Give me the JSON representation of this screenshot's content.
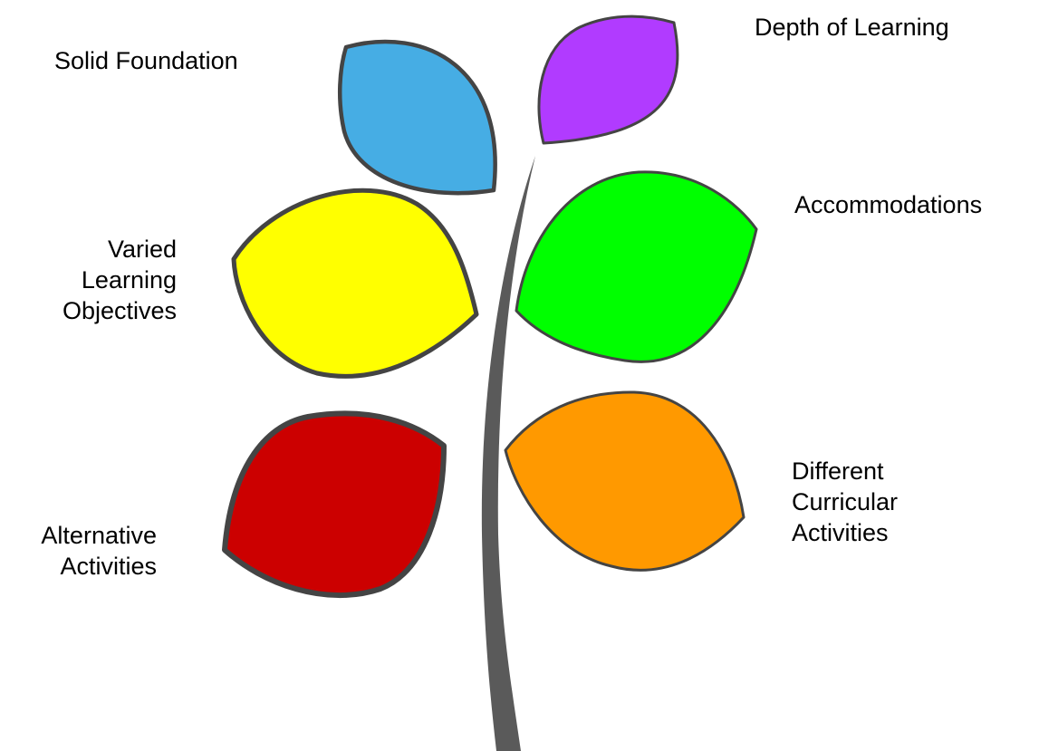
{
  "labels": {
    "solid_foundation": "Solid Foundation",
    "depth_of_learning": "Depth of Learning",
    "accommodations": "Accommodations",
    "varied_learning_objectives": "Varied\nLearning\nObjectives",
    "different_curricular_activities": "Different\nCurricular\nActivities",
    "alternative_activities": "Alternative\nActivities"
  },
  "colors": {
    "stem": "#5a5a5a",
    "leaf_outline": "#444444",
    "solid_foundation": "#46ade4",
    "depth_of_learning": "#b13bff",
    "accommodations": "#00ff00",
    "varied_learning_objectives": "#ffff00",
    "different_curricular_activities": "#ff9900",
    "alternative_activities": "#cc0000"
  }
}
